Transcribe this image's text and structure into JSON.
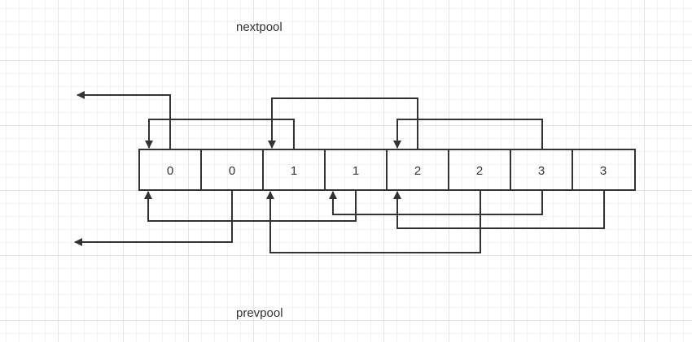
{
  "labels": {
    "top": "nextpool",
    "bottom": "prevpool"
  },
  "cells": [
    "0",
    "0",
    "1",
    "1",
    "2",
    "2",
    "3",
    "3"
  ],
  "colors": {
    "stroke": "#333333",
    "text": "#333333",
    "background": "#ffffff"
  }
}
